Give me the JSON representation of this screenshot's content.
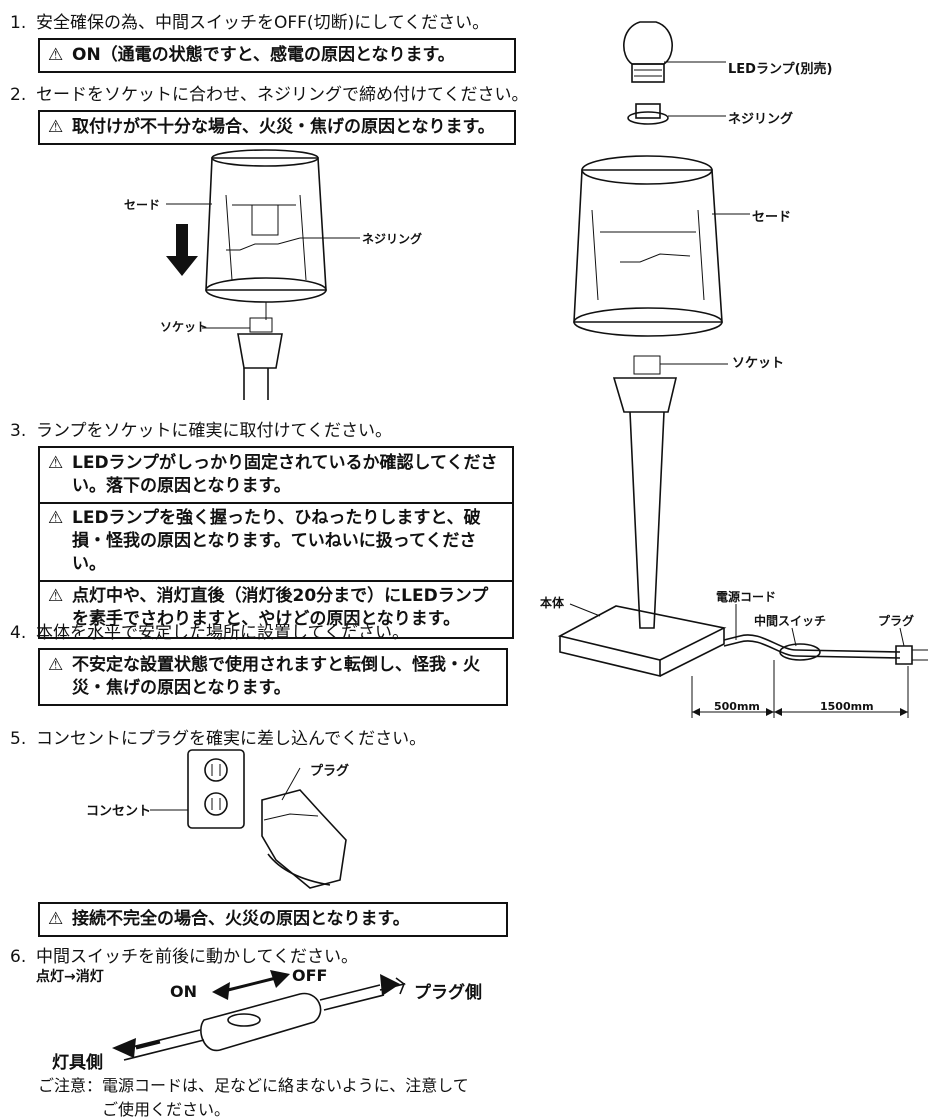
{
  "steps": [
    {
      "num": "1.",
      "text": "安全確保の為、中間スイッチをOFF(切断)にしてください。"
    },
    {
      "num": "2.",
      "text": "セードをソケットに合わせ、ネジリングで締め付けてください。"
    },
    {
      "num": "3.",
      "text": "ランプをソケットに確実に取付けてください。"
    },
    {
      "num": "4.",
      "text": "本体を水平で安定した場所に設置してください。"
    },
    {
      "num": "5.",
      "text": "コンセントにプラグを確実に差し込んでください。"
    },
    {
      "num": "6.",
      "text": "中間スイッチを前後に動かしてください。"
    }
  ],
  "warnings": {
    "w1": "ON（通電の状態ですと、感電の原因となります。",
    "w2": "取付けが不十分な場合、火災・焦げの原因となります。",
    "w3a": "LEDランプがしっかり固定されているか確認してください。落下の原因となります。",
    "w3b": "LEDランプを強く握ったり、ひねったりしますと、破損・怪我の原因となります。ていねいに扱ってください。",
    "w3c": "点灯中や、消灯直後（消灯後20分まで）にLEDランプを素手でさわりますと、やけどの原因となります。",
    "w4": "不安定な設置状態で使用されますと転倒し、怪我・火災・焦げの原因となります。",
    "w5": "接続不完全の場合、火災の原因となります。"
  },
  "warning_symbol": "⚠",
  "labels_step2": {
    "shade": "セード",
    "ring": "ネジリング",
    "socket": "ソケット"
  },
  "labels_step5": {
    "outlet": "コンセント",
    "plug": "プラグ"
  },
  "labels_step6": {
    "on_to_off": "点灯→消灯",
    "on": "ON",
    "off": "OFF",
    "plug_side": "プラグ側",
    "lamp_side": "灯具側"
  },
  "caution": {
    "label": "ご注意：",
    "text1": "電源コードは、足などに絡まないように、注意して",
    "text2": "ご使用ください。"
  },
  "diagram": {
    "led_lamp": "LEDランプ(別売)",
    "ring": "ネジリング",
    "shade": "セード",
    "socket": "ソケット",
    "body": "本体",
    "cord": "電源コード",
    "switch": "中間スイッチ",
    "plug": "プラグ",
    "dim1": "500mm",
    "dim2": "1500mm"
  }
}
